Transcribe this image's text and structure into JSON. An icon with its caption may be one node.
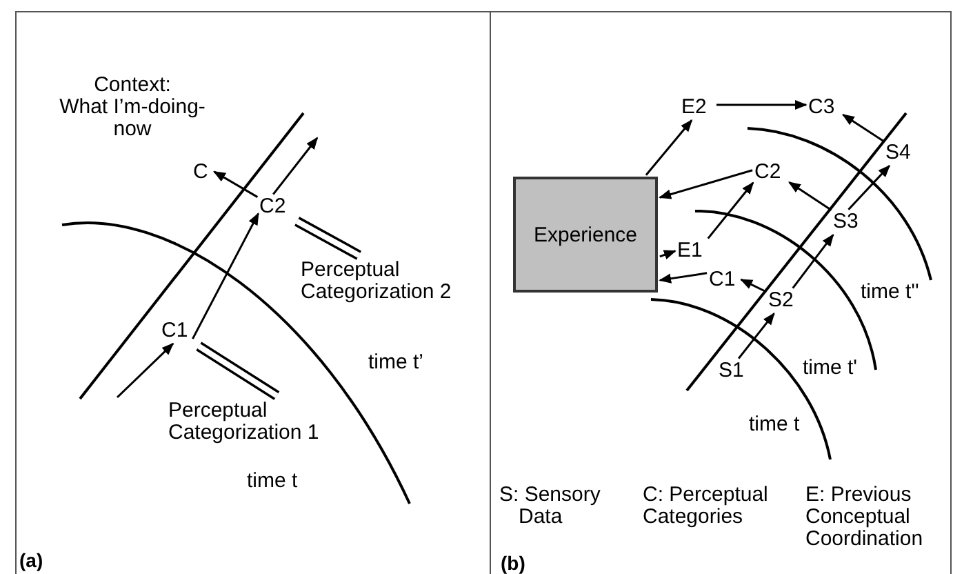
{
  "diagram": {
    "nodes": [
      {
        "text": [
          "(a)"
        ]
      },
      {
        "text": [
          "(b)"
        ]
      },
      {
        "text": [
          "Context:",
          "What I’m-doing- now"
        ],
        "in": 0
      },
      {
        "text": [
          "C"
        ],
        "in": 0
      },
      {
        "text": [
          "C2"
        ],
        "in": 0
      },
      {
        "text": [
          "C1"
        ],
        "in": 0
      },
      {
        "text": [
          "Perceptual Categorization 2"
        ],
        "in": 0
      },
      {
        "text": [
          "Perceptual Categorization 1"
        ],
        "in": 0
      },
      {
        "text": [
          "E2"
        ],
        "in": 1
      },
      {
        "text": [
          "C3"
        ],
        "in": 1
      },
      {
        "text": [
          "S4"
        ],
        "in": 1
      },
      {
        "text": [
          "C2"
        ],
        "in": 1
      },
      {
        "text": [
          "Experience"
        ],
        "in": 1
      },
      {
        "text": [
          "S3"
        ],
        "in": 1
      },
      {
        "text": [
          "E1"
        ],
        "in": 1
      },
      {
        "text": [
          "C1"
        ],
        "in": 1
      },
      {
        "text": [
          "S2"
        ],
        "in": 1
      },
      {
        "text": [
          "S1"
        ],
        "in": 1
      }
    ],
    "edges": [
      {
        "from": null,
        "to": 5,
        "arrow": "to"
      },
      {
        "from": 5,
        "to": 4,
        "arrow": "to"
      },
      {
        "from": 4,
        "to": null,
        "arrow": "to"
      },
      {
        "from": 4,
        "to": 3,
        "arrow": "to"
      },
      {
        "from": 5,
        "to": 7,
        "arrow": "none",
        "style": "thick"
      },
      {
        "from": 4,
        "to": 6,
        "arrow": "none",
        "style": "thick"
      },
      {
        "from": 8,
        "to": 9,
        "arrow": "to"
      },
      {
        "from": 10,
        "to": 9,
        "arrow": "to"
      },
      {
        "from": 12,
        "to": 8,
        "arrow": "to"
      },
      {
        "from": 11,
        "to": 12,
        "arrow": "to"
      },
      {
        "from": 13,
        "to": 11,
        "arrow": "to"
      },
      {
        "from": 13,
        "to": 10,
        "arrow": "to"
      },
      {
        "from": 14,
        "to": 11,
        "arrow": "to"
      },
      {
        "from": 16,
        "to": 13,
        "arrow": "to"
      },
      {
        "from": 12,
        "to": 14,
        "arrow": "to"
      },
      {
        "from": 15,
        "to": 12,
        "arrow": "to"
      },
      {
        "from": 16,
        "to": 15,
        "arrow": "to"
      },
      {
        "from": 17,
        "to": 16,
        "arrow": "to"
      }
    ],
    "labels": [
      "time t’",
      "time t",
      "time t''",
      "time t'",
      "time t",
      "S: Sensory Data",
      "C: Perceptual Categories",
      "E: Previous Conceptual Coordination"
    ]
  }
}
